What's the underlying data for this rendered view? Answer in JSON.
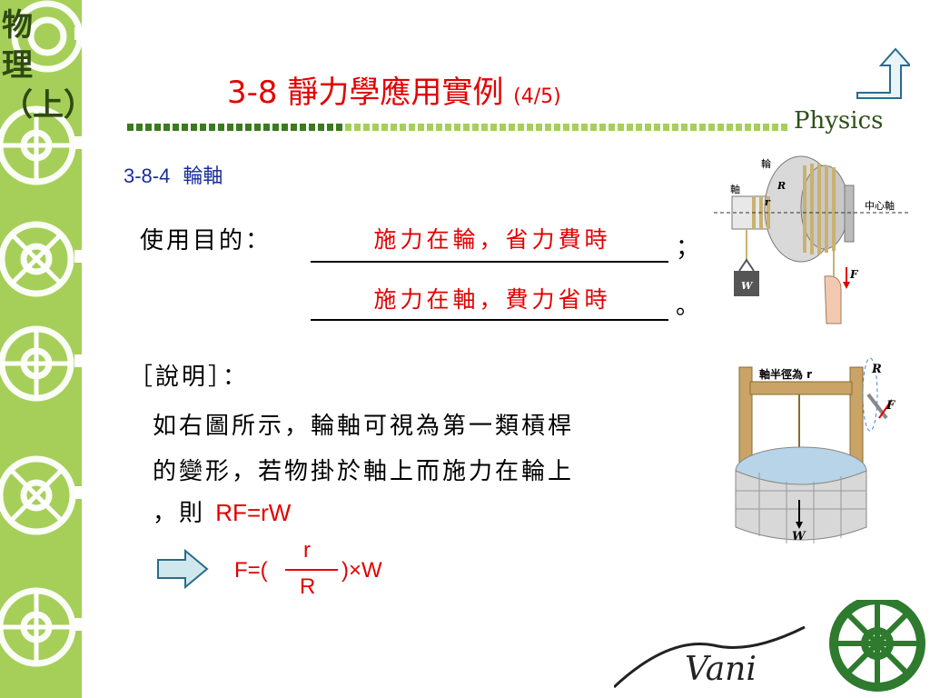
{
  "sidebar": {
    "label": "物理（上）"
  },
  "header": {
    "title": "3-8 靜力學應用實例",
    "title_part": "(4/5)",
    "subject": "Physics"
  },
  "section": {
    "number": "3-8-4",
    "name": "輪軸"
  },
  "purpose": {
    "label": "使用目的：",
    "answer1": "施力在輪，省力費時",
    "sep1": "；",
    "answer2": "施力在軸，費力省時",
    "sep2": "。"
  },
  "explanation": {
    "label": "［說明］：",
    "line1": "如右圖所示，輪軸可視為第一類槓桿",
    "line2": "的變形，若物掛於軸上而施力在輪上",
    "line3_prefix": "，則",
    "line3_formula": "RF=rW"
  },
  "formula": {
    "lhs": "F=(",
    "numerator": "r",
    "denominator": "R",
    "rhs": ")×W"
  },
  "figure_axle": {
    "label_wheel": "輪",
    "label_axle": "軸",
    "label_center": "中心軸",
    "label_R": "R",
    "label_r": "r",
    "label_F": "F",
    "label_W": "W"
  },
  "figure_well": {
    "label_radius": "軸半徑為 r",
    "label_R": "R",
    "label_F": "F",
    "label_W": "W"
  },
  "logo": {
    "text": "Vani"
  },
  "colors": {
    "sidebar": "#a6cf5a",
    "title": "#e30000",
    "section": "#1a2e9a",
    "accent_green": "#2e5018"
  }
}
